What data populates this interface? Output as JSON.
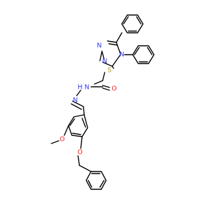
{
  "molecule": {
    "atoms": {
      "n_triazole_left": "N",
      "n_triazole_right": "N",
      "n_triazole_4": "N",
      "s_thioether": "S",
      "o_carbonyl": "O",
      "n_amide": "N",
      "h_amide": "H",
      "n_imine": "N",
      "o_methoxy": "O",
      "o_benzyloxy": "O"
    },
    "colors": {
      "carbon_bond": "#000000",
      "nitrogen": "#2b34ff",
      "oxygen": "#ff1a1a",
      "sulfur": "#b3a200"
    }
  }
}
